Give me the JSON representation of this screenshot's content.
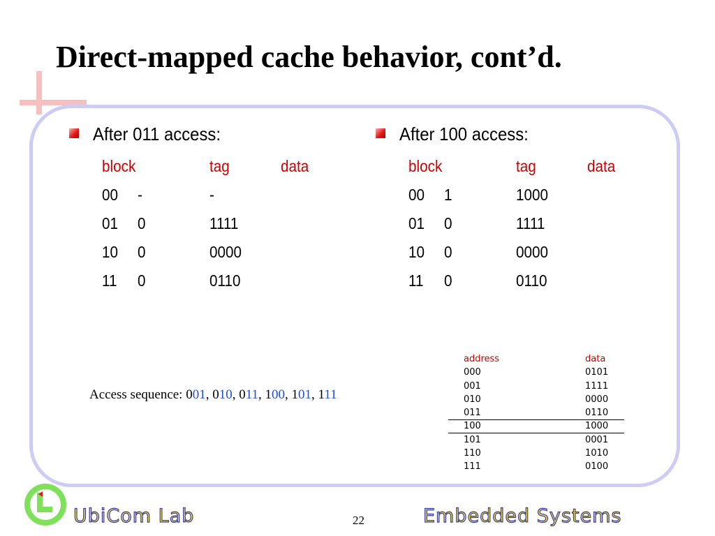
{
  "slide": {
    "title": "Direct-mapped cache behavior, cont’d.",
    "page_number": "22",
    "footer_left": "UbiCom Lab",
    "footer_right": "Embedded Systems"
  },
  "left": {
    "heading": "After 011 access:",
    "headers": [
      "block",
      "tag",
      "data"
    ],
    "rows": [
      {
        "block": "00",
        "valid": "-",
        "data": "-"
      },
      {
        "block": "01",
        "valid": "0",
        "data": "1111"
      },
      {
        "block": "10",
        "valid": "0",
        "data": "0000"
      },
      {
        "block": "11",
        "valid": "0",
        "data": "0110"
      }
    ]
  },
  "right": {
    "heading": "After 100 access:",
    "headers": [
      "block",
      "tag",
      "data"
    ],
    "rows": [
      {
        "block": "00",
        "valid": "1",
        "data": "1000"
      },
      {
        "block": "01",
        "valid": "0",
        "data": "1111"
      },
      {
        "block": "10",
        "valid": "0",
        "data": "0000"
      },
      {
        "block": "11",
        "valid": "0",
        "data": "0110"
      }
    ]
  },
  "sequence": {
    "label": "Access sequence: ",
    "items": [
      {
        "prefix": "0",
        "suffix": "01",
        "sep": ", "
      },
      {
        "prefix": "0",
        "suffix": "10",
        "sep": ", "
      },
      {
        "prefix": "0",
        "suffix": "11",
        "sep": ", "
      },
      {
        "prefix": "1",
        "suffix": "00",
        "sep": ", "
      },
      {
        "prefix": "1",
        "suffix": "01",
        "sep": ", "
      },
      {
        "prefix": "1",
        "suffix": "11",
        "sep": ""
      }
    ]
  },
  "memory": {
    "headers": {
      "address": "address",
      "data": "data"
    },
    "rows": [
      {
        "address": "000",
        "data": "0101"
      },
      {
        "address": "001",
        "data": "1111"
      },
      {
        "address": "010",
        "data": "0000"
      },
      {
        "address": "011",
        "data": "0110"
      },
      {
        "address": "100",
        "data": "1000"
      },
      {
        "address": "101",
        "data": "0001"
      },
      {
        "address": "110",
        "data": "1010"
      },
      {
        "address": "111",
        "data": "0100"
      }
    ]
  },
  "colors": {
    "header_red": "#cc0000",
    "highlight_blue": "#1f4fd8",
    "frame_lavender": "#ccccf5",
    "logo_green": "#7fe05a"
  }
}
